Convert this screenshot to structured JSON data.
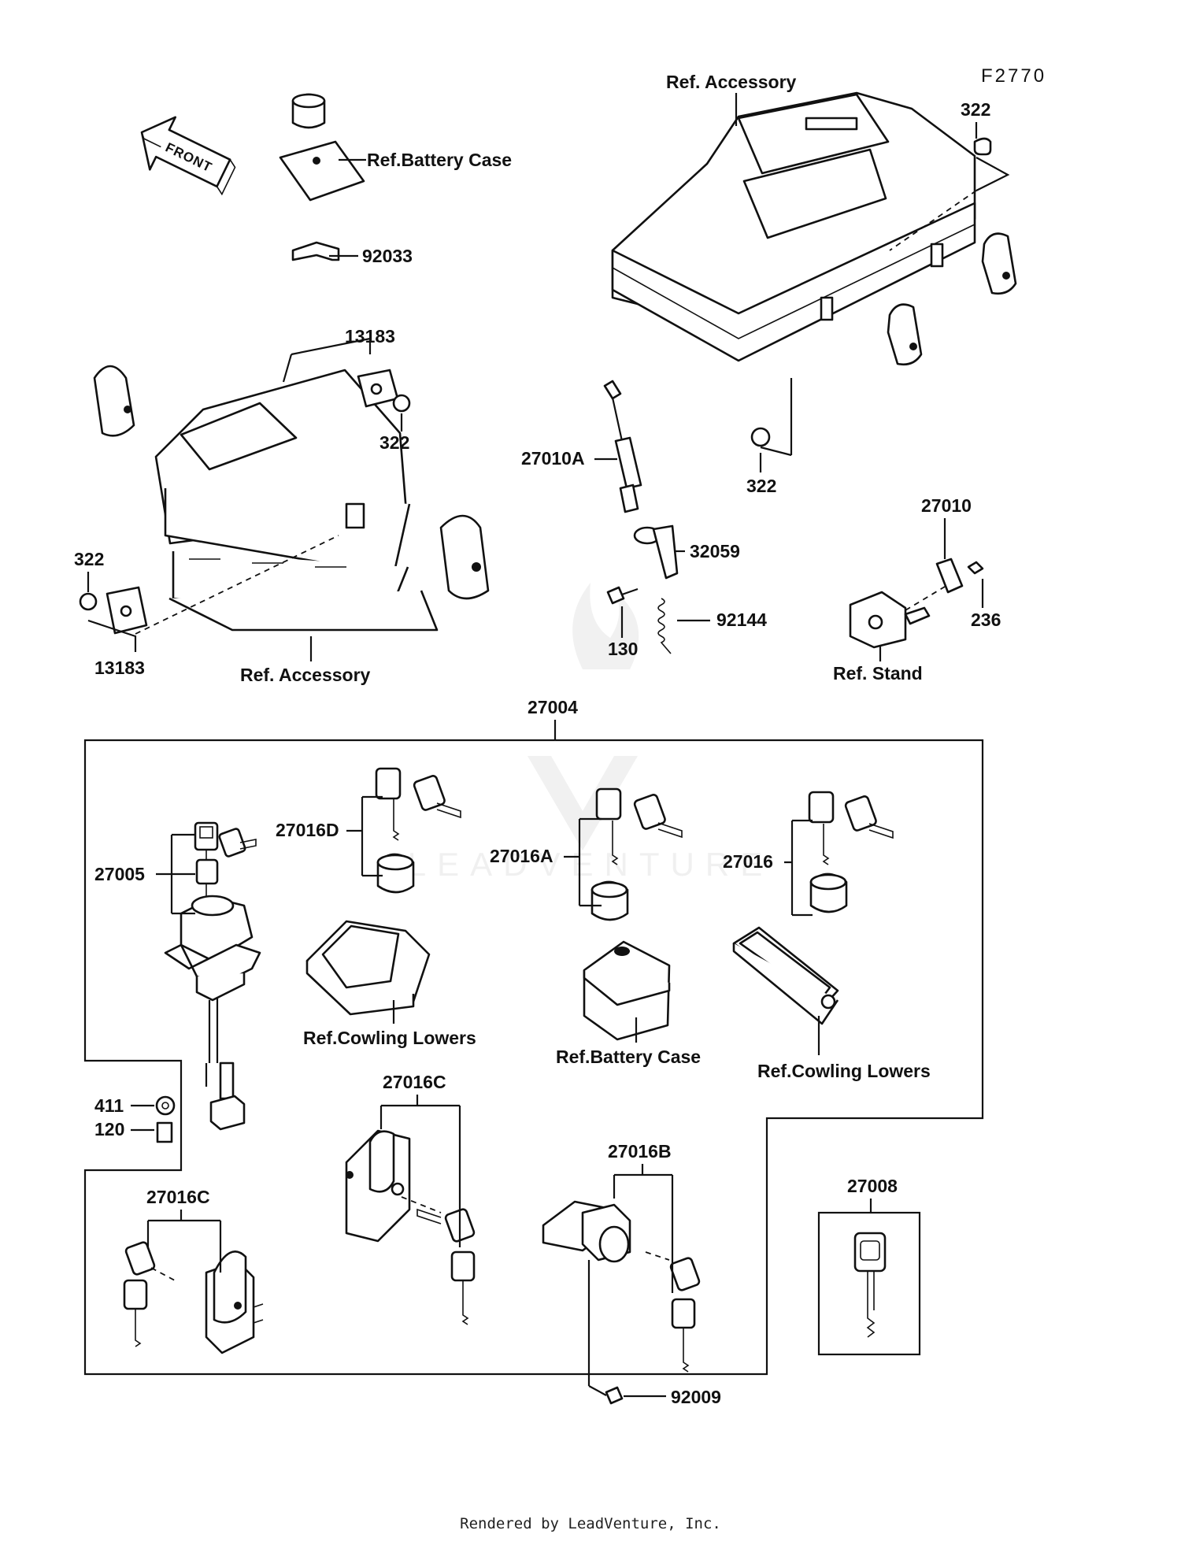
{
  "figure_code": "F2770",
  "front_arrow": "FRONT",
  "footer": "Rendered by LeadVenture, Inc.",
  "watermark": "LEADVENTURE",
  "labels": {
    "ref_accessory_top": "Ref. Accessory",
    "p322_a": "322",
    "ref_battery_case_top": "Ref.Battery Case",
    "p92033": "92033",
    "p13183_a": "13183",
    "p322_b": "322",
    "p27010A": "27010A",
    "p322_c": "322",
    "p322_d": "322",
    "p13183_b": "13183",
    "ref_accessory_left": "Ref. Accessory",
    "p32059": "32059",
    "p92144": "92144",
    "p130": "130",
    "p27010": "27010",
    "p236": "236",
    "ref_stand": "Ref. Stand",
    "p27004": "27004",
    "p27005": "27005",
    "p27016D": "27016D",
    "p27016A": "27016A",
    "p27016": "27016",
    "ref_cowling_lowers_1": "Ref.Cowling Lowers",
    "ref_battery_case_mid": "Ref.Battery Case",
    "ref_cowling_lowers_2": "Ref.Cowling Lowers",
    "p411": "411",
    "p120": "120",
    "p27016C_a": "27016C",
    "p27016B": "27016B",
    "p27016C_b": "27016C",
    "p27008": "27008",
    "p92009": "92009"
  }
}
